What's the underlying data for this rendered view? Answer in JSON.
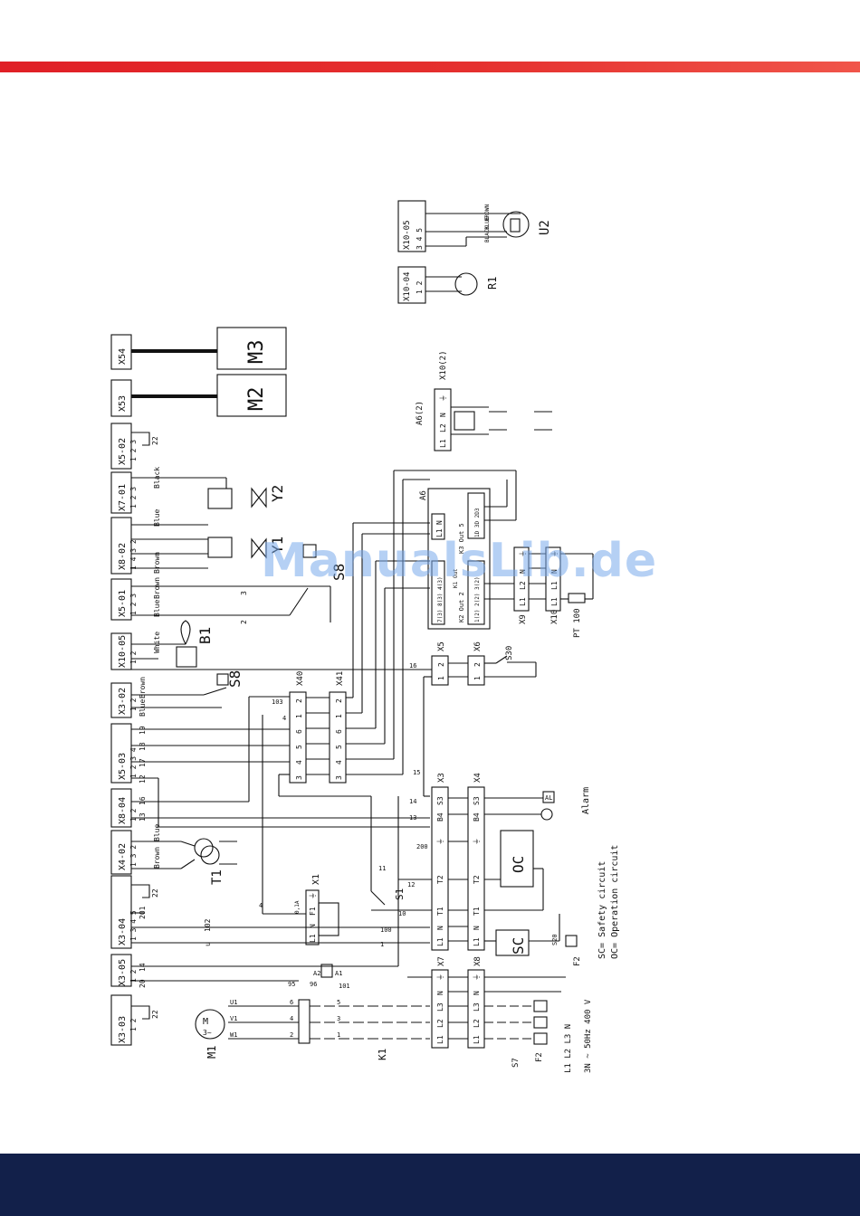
{
  "header": {
    "accent_color": "#e01f26"
  },
  "footer": {
    "color": "#12204a"
  },
  "watermark": {
    "text": "ManualsLib.de"
  },
  "diagram": {
    "connectors_top": [
      "X3-03",
      "X3-05",
      "X3-04",
      "X4-02",
      "X8-04",
      "X5-03",
      "X3-02",
      "X10-05",
      "X5-01",
      "X8-02",
      "X7-01",
      "X5-02",
      "X53",
      "X54"
    ],
    "pin_labels": {
      "x3_03": "1  2",
      "x3_05": "1  2",
      "x3_04": "1  3  4  5",
      "x4_02": "1  3  2",
      "x8_04": "1  2",
      "x5_03": "1  2  3  4",
      "x3_02": "1  2",
      "x10_05_top": "1  2",
      "x5_01": "1  2  3",
      "x8_02": "1  4  3  2",
      "x7_01": "1  2  3",
      "x5_02": "1  2  3",
      "x10_04": "1  2",
      "x10_05_right": "3  4  5"
    },
    "components": {
      "m1": "M1",
      "m1_symbol": "M",
      "m1_phase": "3~",
      "m2": "M2",
      "m3": "M3",
      "t1": "T1",
      "b1": "B1",
      "s8_top": "S8",
      "s8_mid": "S8",
      "y1": "Y1",
      "y2": "Y2",
      "u2": "U2",
      "r1": "R1",
      "x10_04": "X10-04",
      "x10_05_right": "X10-05",
      "a6": "A6",
      "a6_2": "A6(2)",
      "x10_2": "X10(2)",
      "k1": "K1",
      "s1": "S1",
      "s7": "S7",
      "s20": "S20",
      "s30": "S30",
      "f2a": "F2",
      "f2b": "F2",
      "x1": "X1",
      "x3": "X3",
      "x4": "X4",
      "x5": "X5",
      "x6": "X6",
      "x7": "X7",
      "x8": "X8",
      "x9": "X9",
      "x10": "X10",
      "x40": "X40",
      "x41": "X41",
      "pt100": "PT 100",
      "sc_box": "SC",
      "oc_box": "OC",
      "alarm": "Alarm",
      "al": "AL"
    },
    "wire_colors": {
      "x4_blue": "Blue",
      "x4_brown": "Brown",
      "x3_02_blue": "Blue",
      "x3_02_brown": "Brown",
      "x10_white": "White",
      "x5_brown": "Brown",
      "x5_blue": "Blue",
      "x8_blue": "Blue",
      "x8_brown": "Brown",
      "x7_black": "Black",
      "u2_brown": "BROWN",
      "u2_blue": "BLUE",
      "u2_black": "BLACK"
    },
    "wire_numbers": {
      "w22a": "22",
      "w22b": "22",
      "w22c": "22",
      "w20": "20",
      "w14a": "14",
      "w14b": "14",
      "wu": "u",
      "w102": "102",
      "w201": "201",
      "w100": "100",
      "w1": "1",
      "w16a": "16",
      "w16b": "16",
      "w13a": "13",
      "w13b": "13",
      "w12": "12",
      "w17": "17",
      "w18": "18",
      "w19": "19",
      "w103": "103",
      "w4a": "4",
      "w4b": "4",
      "w15": "15",
      "w11": "11",
      "w10": "10",
      "w200": "200",
      "w101": "101",
      "w95": "95",
      "w96": "96",
      "wa1": "A1",
      "wa2": "A2",
      "w3a": "3",
      "w2a": "2"
    },
    "terminal_labels": {
      "x7": [
        "L1",
        "L2",
        "L3",
        "N",
        "⏚"
      ],
      "x8": [
        "L1",
        "L2",
        "L3",
        "N",
        "⏚"
      ],
      "x3": [
        "L1",
        "N",
        "T1",
        "T2",
        "⏚",
        "B4",
        "S3"
      ],
      "x4": [
        "L1",
        "N",
        "T1",
        "T2",
        "⏚",
        "B4",
        "S3"
      ],
      "x1": [
        "L1",
        "N",
        "F1",
        "⏚"
      ],
      "x40": [
        "3",
        "4",
        "5",
        "6",
        "1",
        "2"
      ],
      "x41": [
        "3",
        "4",
        "5",
        "6",
        "1",
        "2"
      ],
      "x5": [
        "1",
        "2"
      ],
      "x6": [
        "1",
        "2"
      ],
      "x9": [
        "L1",
        "L2",
        "N",
        "⏚"
      ],
      "x10": [
        "L1",
        "L1",
        "N",
        "⏚"
      ],
      "a6_top": [
        "L1",
        "N"
      ],
      "a6_2": [
        "L1",
        "L2",
        "N",
        "⏚"
      ]
    },
    "a6_labels": {
      "k3": "K3 Out 5",
      "k2": "K2 Out 2",
      "k1": "K1 Out",
      "k3_pins": "1D  3D  2D3",
      "k2_pins": "1(2) 2(2) 3(2)",
      "k1_pins": "7(3) 8(3) 4(3)"
    },
    "motor_pins": {
      "u1": "U1",
      "v1": "V1",
      "w1": "W1",
      "p6": "6",
      "p4": "4",
      "p2": "2",
      "p5": "5",
      "p3": "3",
      "p1": "1"
    },
    "supply": "3N ~ 50Hz 400 V",
    "supply_lines": "L1 L2 L3 N",
    "legend": {
      "sc": "SC= Safety circuit",
      "oc": "OC= Operation circuit"
    },
    "x1_f1": "0,1A"
  }
}
